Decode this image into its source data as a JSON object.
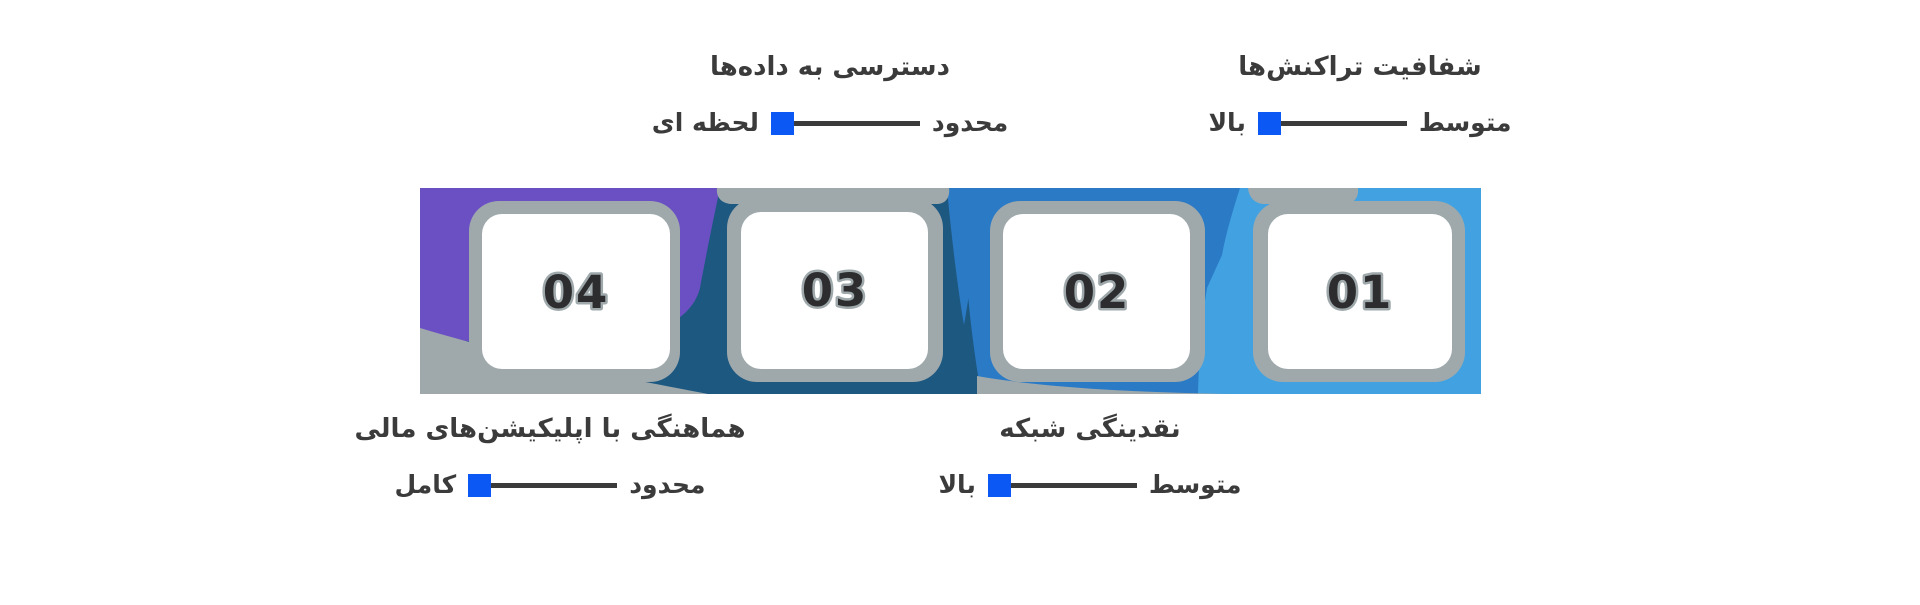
{
  "page": {
    "background": "#ffffff"
  },
  "colors": {
    "frame_gray": "#9fa9ac",
    "card_white": "#ffffff",
    "number_ink": "#2d2d2f",
    "label_text": "#3b3b3b",
    "slider_handle": "#0b58f5",
    "slider_track": "#3b3b3b"
  },
  "steps": [
    {
      "number": "01",
      "title": "شفافیت تراکنش‌ها",
      "color": "#42a2e1",
      "slider": {
        "left_label": "بالا",
        "right_label": "متوسط"
      }
    },
    {
      "number": "02",
      "title": "نقدینگی شبکه",
      "color": "#2b7ac6",
      "slider": {
        "left_label": "بالا",
        "right_label": "متوسط"
      }
    },
    {
      "number": "03",
      "title": "دسترسی به داده‌ها",
      "color": "#1d5881",
      "slider": {
        "left_label": "لحظه ای",
        "right_label": "محدود"
      }
    },
    {
      "number": "04",
      "title": "هماهنگی با اپلیکیشن‌های مالی",
      "color": "#6b50c3",
      "slider": {
        "left_label": "کامل",
        "right_label": "محدود"
      }
    }
  ]
}
